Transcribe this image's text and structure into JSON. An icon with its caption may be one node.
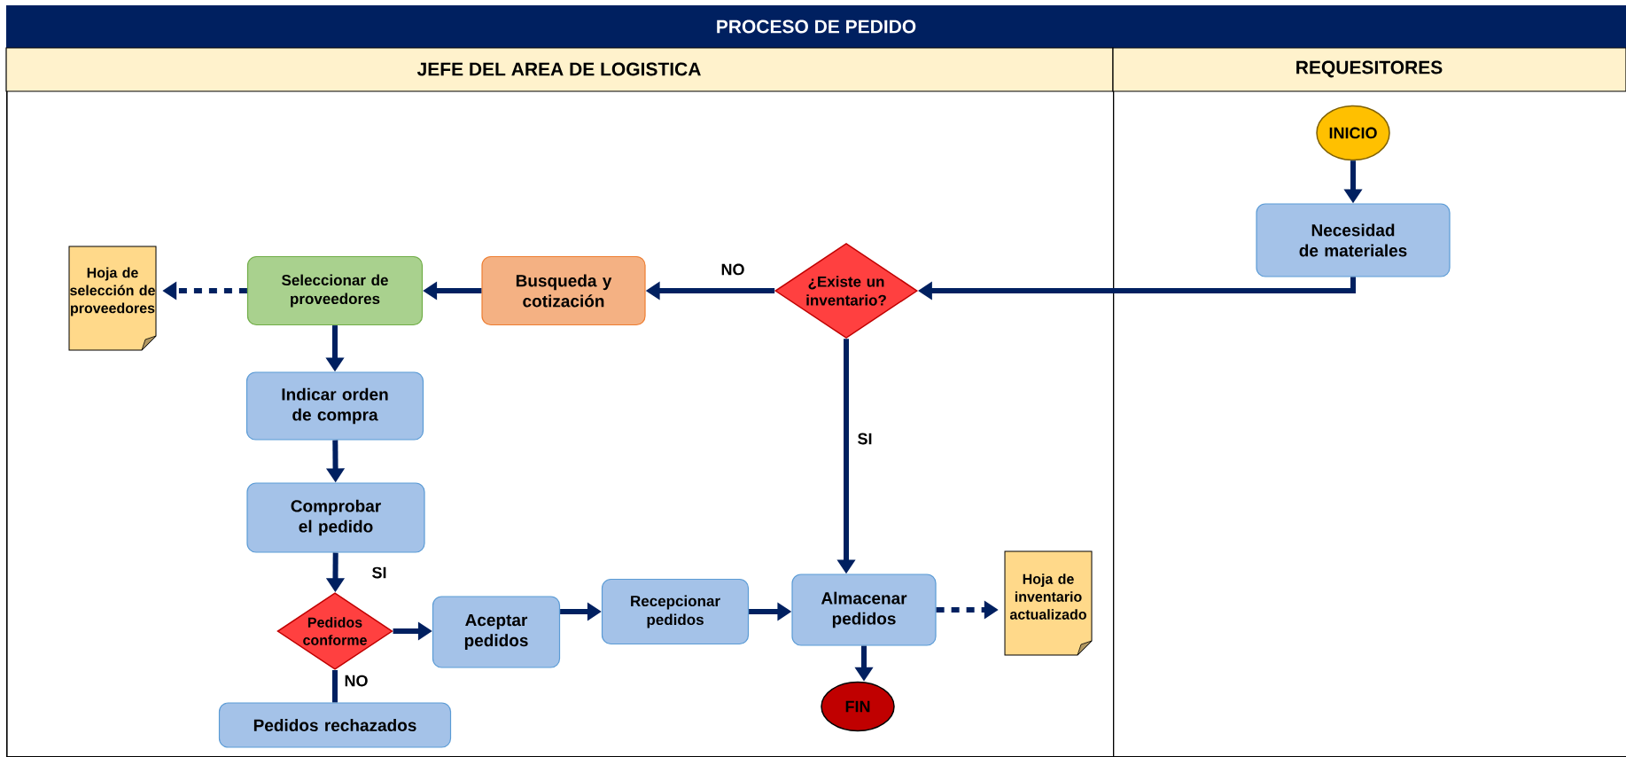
{
  "diagram": {
    "nodes": [
      {
        "text": [
          "PROCESO DE PEDIDO"
        ]
      },
      {
        "text": [
          "JEFE DEL AREA DE LOGISTICA"
        ],
        "in": 0
      },
      {
        "text": [
          "REQUESITORES"
        ],
        "in": 0
      },
      {
        "text": [
          "INICIO"
        ],
        "in": 2
      },
      {
        "text": [
          "Necesidad de materiales"
        ],
        "in": 2
      },
      {
        "text": [
          "¿Existe un inventario?"
        ],
        "in": 1
      },
      {
        "text": [
          "Busqueda y cotización"
        ],
        "in": 1
      },
      {
        "text": [
          "Seleccionar de proveedores"
        ],
        "in": 1
      },
      {
        "text": [
          "Hoja de selección de proveedores"
        ],
        "in": 1
      },
      {
        "text": [
          "Indicar orden de compra"
        ],
        "in": 1
      },
      {
        "text": [
          "Comprobar el pedido"
        ],
        "in": 1
      },
      {
        "text": [
          "Pedidos conforme"
        ],
        "in": 1
      },
      {
        "text": [
          "Pedidos rechazados"
        ],
        "in": 1
      },
      {
        "text": [
          "Aceptar pedidos"
        ],
        "in": 1
      },
      {
        "text": [
          "Recepcionar pedidos"
        ],
        "in": 1
      },
      {
        "text": [
          "Almacenar pedidos"
        ],
        "in": 1
      },
      {
        "text": [
          "Hoja de inventario actualizado"
        ],
        "in": 1
      },
      {
        "text": [
          "FIN"
        ],
        "in": 1
      }
    ],
    "edges": [
      {
        "from": 3,
        "to": 4,
        "arrow": "to"
      },
      {
        "from": 4,
        "to": 5,
        "arrow": "to"
      },
      {
        "from": 5,
        "to": 6,
        "arrow": "to",
        "label": "NO"
      },
      {
        "from": 6,
        "to": 7,
        "arrow": "to"
      },
      {
        "from": 7,
        "to": 8,
        "arrow": "to",
        "style": "dashed"
      },
      {
        "from": 7,
        "to": 9,
        "arrow": "to"
      },
      {
        "from": 5,
        "to": 15,
        "arrow": "to",
        "label": "SI"
      },
      {
        "from": 9,
        "to": 10,
        "arrow": "to"
      },
      {
        "from": 10,
        "to": 11,
        "arrow": "to"
      },
      {
        "from": 11,
        "to": 13,
        "arrow": "to",
        "label": "SI"
      },
      {
        "from": 11,
        "to": 12,
        "arrow": "none",
        "label": "NO"
      },
      {
        "from": 13,
        "to": 14,
        "arrow": "to"
      },
      {
        "from": 14,
        "to": 15,
        "arrow": "to"
      },
      {
        "from": 15,
        "to": 16,
        "arrow": "to",
        "style": "dashed"
      },
      {
        "from": 15,
        "to": 17,
        "arrow": "to"
      }
    ]
  }
}
